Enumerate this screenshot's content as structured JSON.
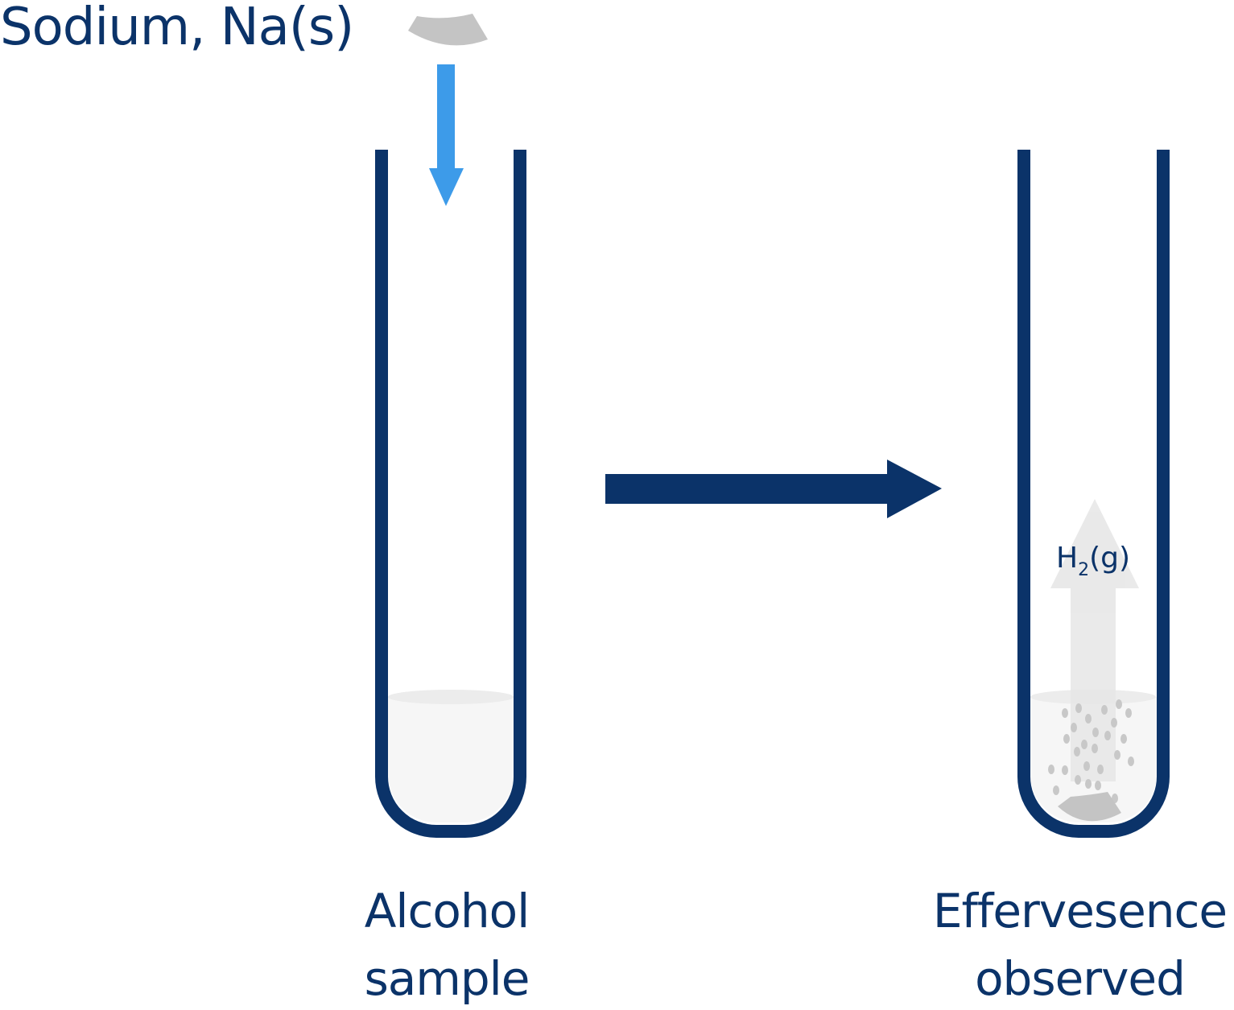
{
  "labels": {
    "reagent": "Sodium, Na(s)",
    "left_caption_line1": "Alcohol",
    "left_caption_line2": "sample",
    "right_caption_line1": "Effervesence",
    "right_caption_line2": "observed",
    "gas_symbol": "H",
    "gas_subscript": "2",
    "gas_state": "(g)"
  },
  "colors": {
    "navy": "#0b3369",
    "blue_arrow": "#3d9be9",
    "sodium_grey": "#c4c4c4",
    "liquid": "#f6f6f6",
    "gas_arrow": "#e6e6e6"
  }
}
